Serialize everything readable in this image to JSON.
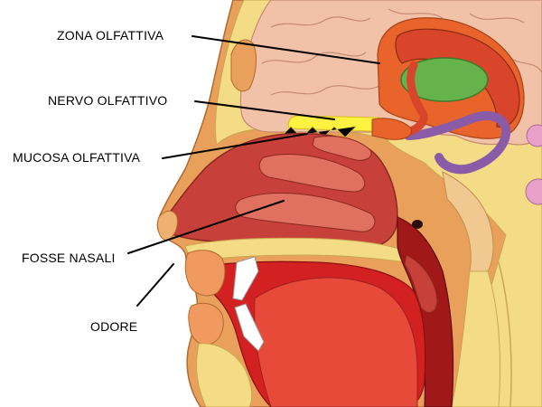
{
  "labels": {
    "olfactory_zone": "ZONA OLFATTIVA",
    "olfactory_nerve": "NERVO OLFATTIVO",
    "olfactory_mucosa": "MUCOSA OLFATTIVA",
    "nasal_fossae": "FOSSE NASALI",
    "odor": "ODORE"
  },
  "colors": {
    "skin": "#e8a05a",
    "bone": "#f4dc86",
    "brain": "#f2c2a8",
    "cavity": "#c8403a",
    "mouth": "#d32020",
    "olfactory_zone": "#e8642a",
    "limbic": "#65b34a",
    "nerve": "#8a5ba6",
    "olfactory_nerve": "#fff240"
  }
}
